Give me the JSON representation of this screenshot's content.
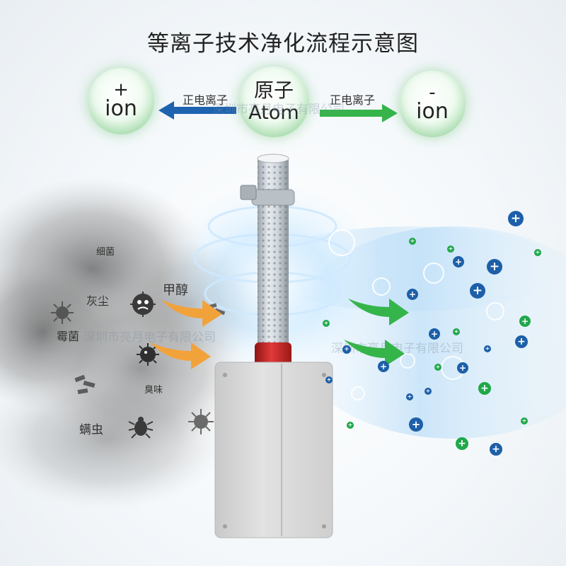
{
  "title": "等离子技术净化流程示意图",
  "left_ion": {
    "symbol": "+",
    "label": "ion"
  },
  "center_atom": {
    "cn": "原子",
    "en": "Atom"
  },
  "right_ion": {
    "symbol": "-",
    "label": "ion"
  },
  "left_arrow_label": "正电离子",
  "right_arrow_label": "正电离子",
  "pollutants": {
    "bacteria": "细菌",
    "dust": "灰尘",
    "formaldehyde": "甲醇",
    "mold": "霉菌",
    "odor": "臭味",
    "mites": "螨虫"
  },
  "watermark": "深圳市亮月电子有限公司",
  "colors": {
    "arrow_blue": "#1d63b0",
    "arrow_green": "#35b44a",
    "arrow_orange": "#f2a23a",
    "ion_blue": "#1d5fa8",
    "ion_green": "#1fa84a",
    "cap_red": "#d42a2a",
    "box_grey": "#dcdcdc"
  },
  "icons": {
    "ion_symbol": "+",
    "pollutant_icons": [
      "bacteria-icon",
      "dust-icon",
      "mold-icon",
      "mite-icon",
      "odor-icon"
    ]
  }
}
